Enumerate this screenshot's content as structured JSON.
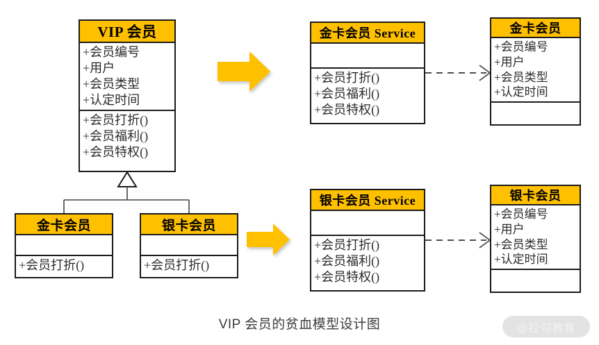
{
  "diagram": {
    "caption": "VIP 会员的贫血模型设计图",
    "watermark": "@拉勾教育",
    "colors": {
      "header_fill": "#FFC000",
      "arrow_fill": "#FFC000",
      "border": "#1a1a1a",
      "body_fill": "#FFFFFF",
      "caption_text": "#3B3B3B",
      "watermark_pill": "#E3E3E3"
    }
  },
  "classes": {
    "vip_member": {
      "name": "VIP 会员",
      "attributes": [
        "+会员编号",
        "+用户",
        "+会员类型",
        "+认定时间"
      ],
      "methods": [
        "+会员打折()",
        "+会员福利()",
        "+会员特权()"
      ]
    },
    "gold_member_sub": {
      "name": "金卡会员",
      "attributes": [],
      "methods": [
        "+会员打折()"
      ]
    },
    "silver_member_sub": {
      "name": "银卡会员",
      "attributes": [],
      "methods": [
        "+会员打折()"
      ]
    },
    "gold_member_service": {
      "name": "金卡会员 Service",
      "attributes": [],
      "methods": [
        "+会员打折()",
        "+会员福利()",
        "+会员特权()"
      ]
    },
    "silver_member_service": {
      "name": "银卡会员 Service",
      "attributes": [],
      "methods": [
        "+会员打折()",
        "+会员福利()",
        "+会员特权()"
      ]
    },
    "gold_member_entity": {
      "name": "金卡会员",
      "attributes": [
        "+会员编号",
        "+用户",
        "+会员类型",
        "+认定时间"
      ],
      "methods": []
    },
    "silver_member_entity": {
      "name": "银卡会员",
      "attributes": [
        "+会员编号",
        "+用户",
        "+会员类型",
        "+认定时间"
      ],
      "methods": []
    }
  },
  "connectors": {
    "generalization": {
      "type": "generalization",
      "label": "",
      "from": [
        "金卡会员",
        "银卡会员"
      ],
      "to": "VIP 会员"
    },
    "dependency_gold": {
      "type": "dependency",
      "label": "",
      "from": "金卡会员 Service",
      "to": "金卡会员"
    },
    "dependency_silver": {
      "type": "dependency",
      "label": "",
      "from": "银卡会员 Service",
      "to": "银卡会员"
    }
  },
  "arrows": {
    "transform_top": {
      "name": "transform-arrow",
      "direction": "right"
    },
    "transform_bottom": {
      "name": "transform-arrow",
      "direction": "right"
    }
  }
}
